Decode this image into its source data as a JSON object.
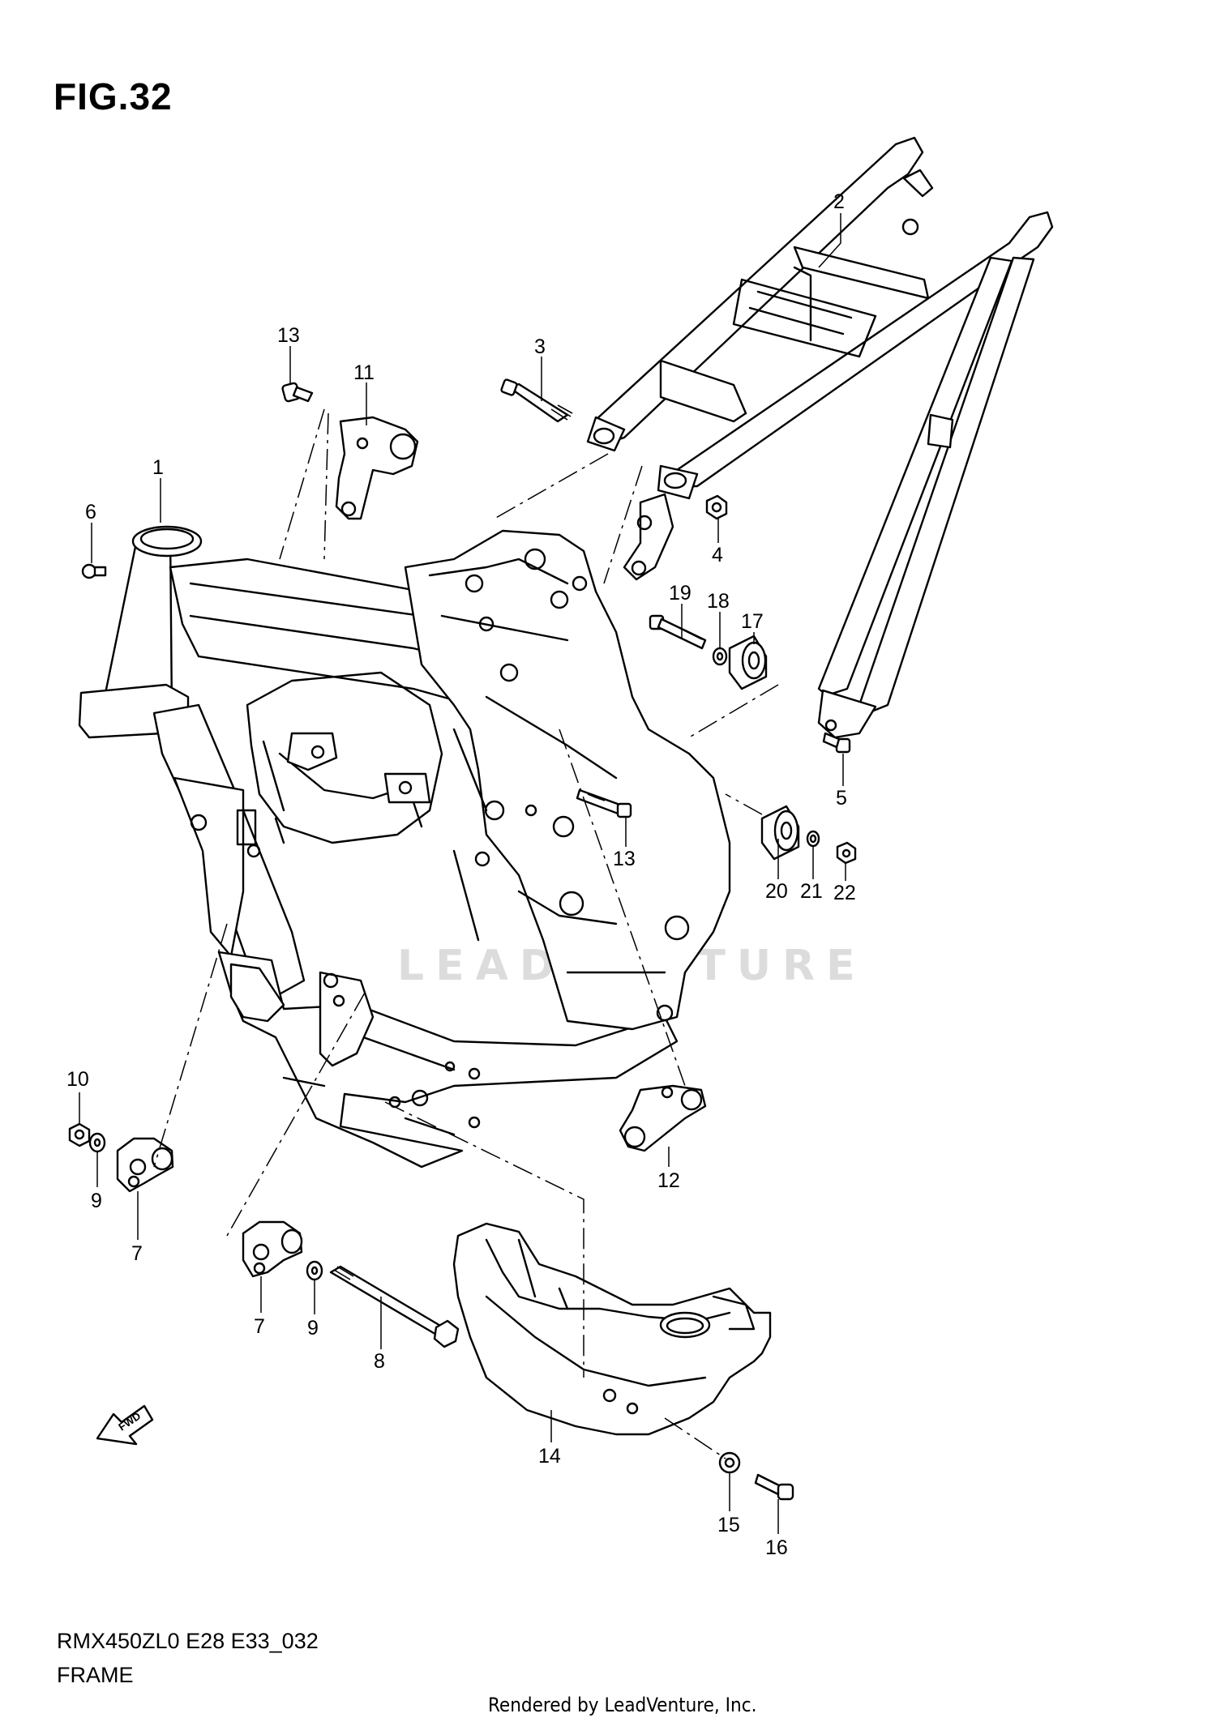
{
  "figure": {
    "title": "FIG.32",
    "model_code": "RMX450ZL0 E28 E33_032",
    "section_name": "FRAME",
    "credit": "Rendered by LeadVenture, Inc.",
    "watermark": "LEADVENTURE",
    "fwd_label": "FWD"
  },
  "callouts": [
    {
      "id": "c1",
      "label": "1"
    },
    {
      "id": "c2",
      "label": "2"
    },
    {
      "id": "c3",
      "label": "3"
    },
    {
      "id": "c4",
      "label": "4"
    },
    {
      "id": "c5",
      "label": "5"
    },
    {
      "id": "c6",
      "label": "6"
    },
    {
      "id": "c7a",
      "label": "7"
    },
    {
      "id": "c7b",
      "label": "7"
    },
    {
      "id": "c8",
      "label": "8"
    },
    {
      "id": "c9a",
      "label": "9"
    },
    {
      "id": "c9b",
      "label": "9"
    },
    {
      "id": "c10",
      "label": "10"
    },
    {
      "id": "c11",
      "label": "11"
    },
    {
      "id": "c12",
      "label": "12"
    },
    {
      "id": "c13a",
      "label": "13"
    },
    {
      "id": "c13b",
      "label": "13"
    },
    {
      "id": "c14",
      "label": "14"
    },
    {
      "id": "c15",
      "label": "15"
    },
    {
      "id": "c16",
      "label": "16"
    },
    {
      "id": "c17",
      "label": "17"
    },
    {
      "id": "c18",
      "label": "18"
    },
    {
      "id": "c19",
      "label": "19"
    },
    {
      "id": "c20",
      "label": "20"
    },
    {
      "id": "c21",
      "label": "21"
    },
    {
      "id": "c22",
      "label": "22"
    }
  ]
}
